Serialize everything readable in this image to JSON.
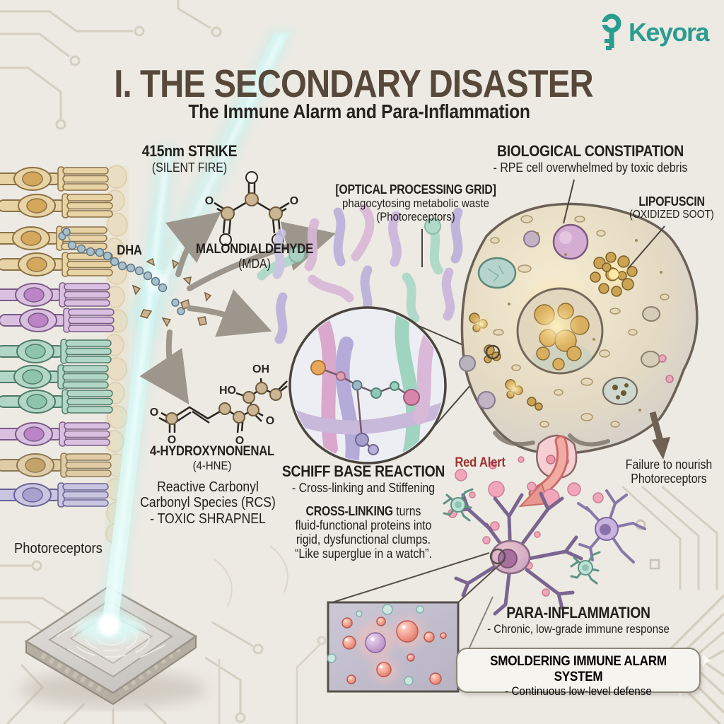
{
  "brand": {
    "name": "Keyora",
    "color": "#2a9c90"
  },
  "header": {
    "title": "I. THE SECONDARY DISASTER",
    "subtitle": "The Immune Alarm and Para-Inflammation"
  },
  "labels": {
    "strike": {
      "title": "415nm STRIKE",
      "sub": "(SILENT FIRE)"
    },
    "dha": "DHA",
    "mda": {
      "title": "MALONDIALDEHYDE",
      "sub": "(MDA)"
    },
    "hne": {
      "title": "4-HYDROXYNONENAL",
      "sub": "(4-HNE)"
    },
    "rcs": {
      "line1": "Reactive Carbonyl",
      "line2": "Carbonyl Species (RCS)",
      "line3": "- TOXIC SHRAPNEL"
    },
    "optical_grid": {
      "title": "[OPTICAL PROCESSING GRID]",
      "line2": "phagocytosing metabolic waste",
      "line3": "(Photoreceptors)"
    },
    "biological": {
      "title": "BIOLOGICAL CONSTIPATION",
      "sub": "- RPE cell overwhelmed by toxic debris"
    },
    "lipofuscin": {
      "title": "LIPOFUSCIN",
      "sub": "(OXIDIZED SOOT)"
    },
    "schiff": {
      "title": "SCHIFF BASE REACTION",
      "sub": "- Cross-linking and Stiffening"
    },
    "crosslinking": {
      "bold": "CROSS-LINKING",
      "rest": " turns",
      "line2": "fluid-functional proteins into",
      "line3": "rigid, dysfunctional clumps.",
      "line4": "“Like superglue in a watch”."
    },
    "red_alert": "Red Alert",
    "failure": {
      "line1": "Failure to nourish",
      "line2": "Photoreceptors"
    },
    "photoreceptors": "Photoreceptors",
    "para": {
      "title": "PARA-INFLAMMATION",
      "sub": "- Chronic, low-grade immune response"
    },
    "smoldering": {
      "title": "SMOLDERING IMMUNE ALARM SYSTEM",
      "sub": "- Continuous low-level defense"
    },
    "chem": {
      "o": "O",
      "oh": "OH",
      "ho": "HO"
    }
  },
  "colors": {
    "background": "#edeae3",
    "title_brown": "#56483a",
    "brand_teal": "#2a9c90",
    "beam_cyan": "#cdf2ef",
    "red_alert": "#9d3332",
    "lipofuscin_gold": "#d9ae5e"
  }
}
